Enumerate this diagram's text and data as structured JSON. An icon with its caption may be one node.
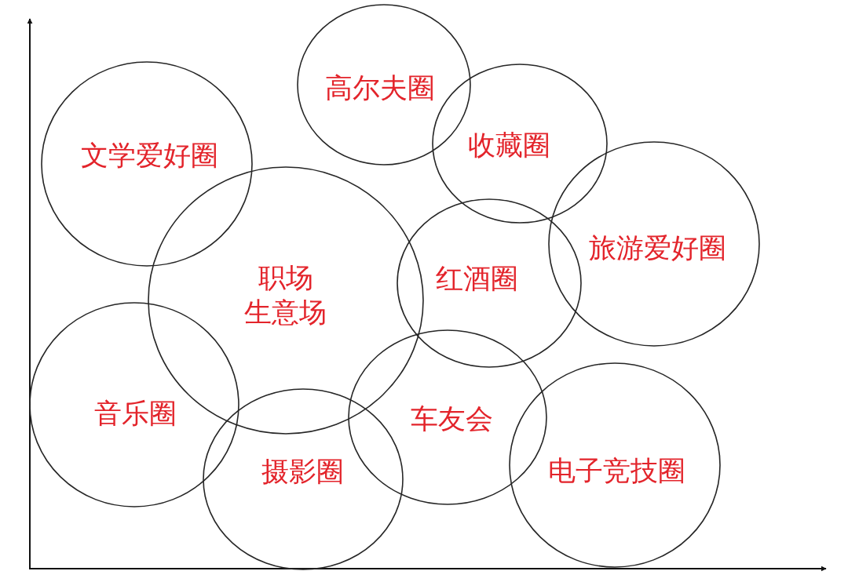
{
  "diagram": {
    "nodes": [
      {
        "text": [
          "文学爱好圈"
        ]
      },
      {
        "text": [
          "高尔夫圈"
        ]
      },
      {
        "text": [
          "收藏圈"
        ]
      },
      {
        "text": [
          "职场",
          "生意场"
        ]
      },
      {
        "text": [
          "红酒圈"
        ]
      },
      {
        "text": [
          "旅游爱好圈"
        ]
      },
      {
        "text": [
          "音乐圈"
        ]
      },
      {
        "text": [
          "摄影圈"
        ]
      },
      {
        "text": [
          "车友会"
        ]
      },
      {
        "text": [
          "电子竞技圈"
        ]
      }
    ]
  }
}
